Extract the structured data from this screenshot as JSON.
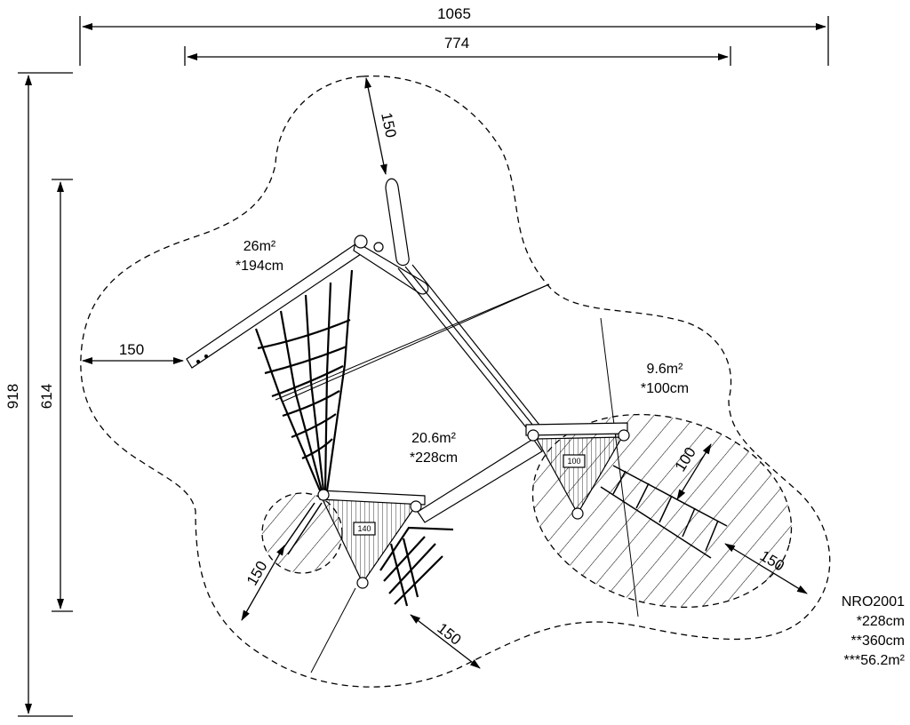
{
  "dimensions": {
    "overall_width": "1065",
    "inner_width": "774",
    "overall_depth": "918",
    "inner_depth": "614",
    "zones": [
      "150",
      "150",
      "150",
      "150",
      "150",
      "100"
    ]
  },
  "areas": [
    {
      "area": "26m²",
      "height": "*194cm"
    },
    {
      "area": "20.6m²",
      "height": "*228cm"
    },
    {
      "area": "9.6m²",
      "height": "*100cm"
    }
  ],
  "platforms": [
    "140",
    "100"
  ],
  "product": {
    "code": "NRO2001",
    "fall_height": "*228cm",
    "total_height": "**360cm",
    "total_area": "***56.2m²"
  }
}
